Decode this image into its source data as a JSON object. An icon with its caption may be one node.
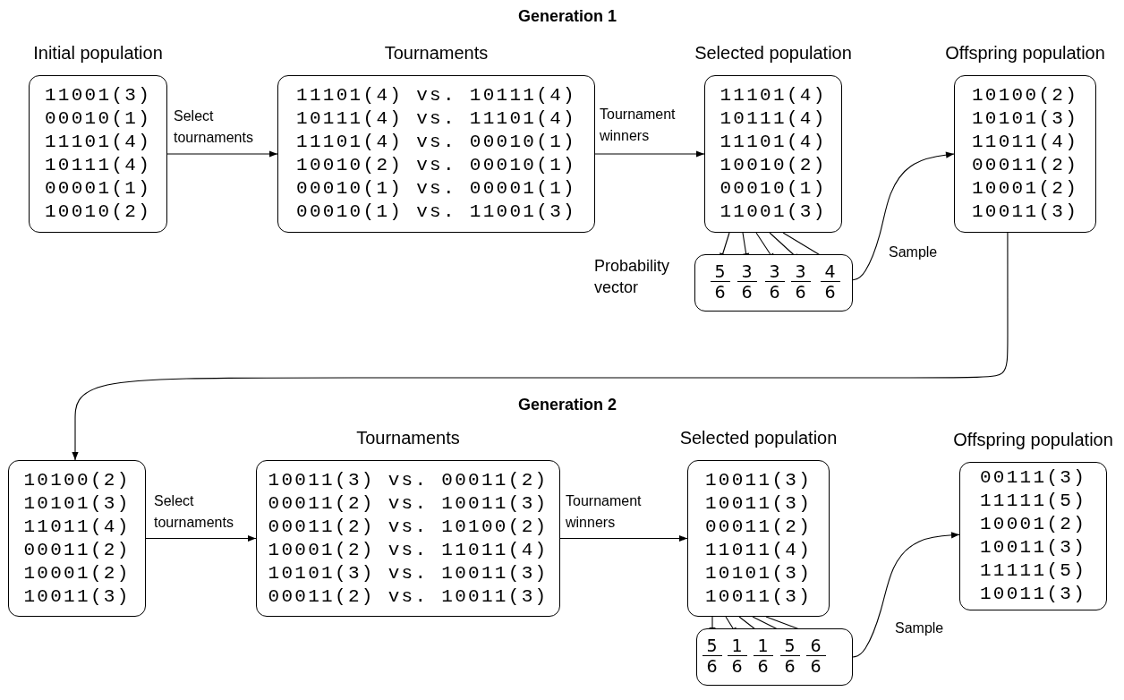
{
  "diagram": {
    "nodes": [
      {
        "text": [
          "Initial population",
          "11001(3)",
          "00010(1)",
          "11101(4)",
          "10111(4)",
          "00001(1)",
          "10010(2)"
        ]
      },
      {
        "text": [
          "Tournaments",
          "11101(4) vs. 10111(4)",
          "10111(4) vs. 11101(4)",
          "11101(4) vs. 00010(1)",
          "10010(2) vs. 00010(1)",
          "00010(1) vs. 00001(1)",
          "00010(1) vs. 11001(3)"
        ]
      },
      {
        "text": [
          "Selected population",
          "11101(4)",
          "10111(4)",
          "11101(4)",
          "10010(2)",
          "00010(1)",
          "11001(3)"
        ]
      },
      {
        "text": [
          "Offspring population",
          "10100(2)",
          "10101(3)",
          "11011(4)",
          "00011(2)",
          "10001(2)",
          "10011(3)"
        ]
      },
      {
        "text": [],
        "shape": "box",
        "beside": [
          "Probability vector"
        ]
      },
      {
        "text": [
          "5",
          "6"
        ],
        "in": 4
      },
      {
        "text": [
          "3",
          "6"
        ],
        "in": 4
      },
      {
        "text": [
          "3",
          "6"
        ],
        "in": 4
      },
      {
        "text": [
          "3",
          "6"
        ],
        "in": 4
      },
      {
        "text": [
          "4",
          "6"
        ],
        "in": 4
      },
      {
        "text": [
          "10100(2)",
          "10101(3)",
          "11011(4)",
          "00011(2)",
          "10001(2)",
          "10011(3)"
        ]
      },
      {
        "text": [
          "Tournaments",
          "10011(3) vs. 00011(2)",
          "00011(2) vs. 10011(3)",
          "00011(2) vs. 10100(2)",
          "10001(2) vs. 11011(4)",
          "10101(3) vs. 10011(3)",
          "00011(2) vs. 10011(3)"
        ]
      },
      {
        "text": [
          "Selected population",
          "10011(3)",
          "10011(3)",
          "00011(2)",
          "11011(4)",
          "10101(3)",
          "10011(3)"
        ]
      },
      {
        "text": [
          "Offspring population",
          "00111(3)",
          "11111(5)",
          "10001(2)",
          "10011(3)",
          "11111(5)",
          "10011(3)"
        ]
      },
      {
        "text": [],
        "shape": "box"
      },
      {
        "text": [
          "5",
          "6"
        ],
        "in": 14
      },
      {
        "text": [
          "1",
          "6"
        ],
        "in": 14
      },
      {
        "text": [
          "1",
          "6"
        ],
        "in": 14
      },
      {
        "text": [
          "5",
          "6"
        ],
        "in": 14
      },
      {
        "text": [
          "6",
          "6"
        ],
        "in": 14
      }
    ],
    "edges": [
      {
        "from": 0,
        "to": 1,
        "arrow": "to",
        "label": "Select tournaments"
      },
      {
        "from": 1,
        "to": 2,
        "arrow": "to",
        "label": "Tournament winners"
      },
      {
        "from": 2,
        "to": 5,
        "arrow": "to"
      },
      {
        "from": 2,
        "to": 6,
        "arrow": "to"
      },
      {
        "from": 2,
        "to": 7,
        "arrow": "to"
      },
      {
        "from": 2,
        "to": 8,
        "arrow": "to"
      },
      {
        "from": 2,
        "to": 9,
        "arrow": "to"
      },
      {
        "from": 4,
        "to": 3,
        "arrow": "to",
        "label": "Sample"
      },
      {
        "from": 3,
        "to": 10,
        "arrow": "to"
      },
      {
        "from": 10,
        "to": 11,
        "arrow": "to",
        "label": "Select tournaments"
      },
      {
        "from": 11,
        "to": 12,
        "arrow": "to",
        "label": "Tournament winners"
      },
      {
        "from": 12,
        "to": 15,
        "arrow": "to"
      },
      {
        "from": 12,
        "to": 16,
        "arrow": "to"
      },
      {
        "from": 12,
        "to": 17,
        "arrow": "to"
      },
      {
        "from": 12,
        "to": 18,
        "arrow": "to"
      },
      {
        "from": 12,
        "to": 19,
        "arrow": "to"
      },
      {
        "from": 14,
        "to": 13,
        "arrow": "to",
        "label": "Sample"
      }
    ],
    "labels": [
      "Generation 1",
      "Generation 2"
    ]
  }
}
